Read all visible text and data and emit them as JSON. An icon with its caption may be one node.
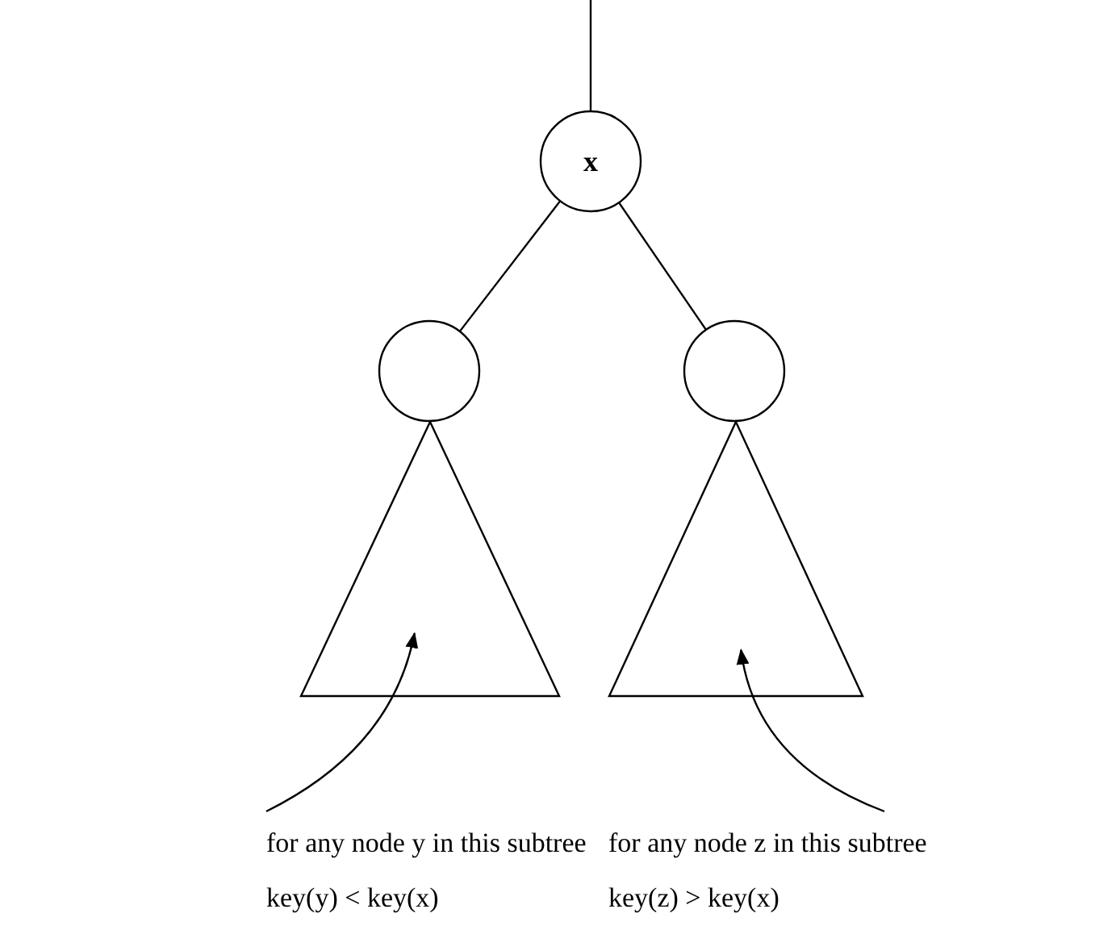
{
  "diagram": {
    "nodes": [
      {
        "text": [
          "x"
        ]
      },
      {
        "text": [],
        "shape": "circle"
      },
      {
        "text": [],
        "shape": "circle"
      },
      {
        "text": [],
        "shape": "triangle"
      },
      {
        "text": [],
        "shape": "triangle"
      },
      {
        "text": [
          "for any node y in this subtree",
          "key(y) < key(x)"
        ]
      },
      {
        "text": [
          "for any node z in this subtree",
          "key(z) > key(x)"
        ]
      }
    ],
    "edges": [
      {
        "from": null,
        "to": 0,
        "arrow": "none"
      },
      {
        "from": 0,
        "to": 1,
        "arrow": "none"
      },
      {
        "from": 0,
        "to": 2,
        "arrow": "none"
      },
      {
        "from": 5,
        "to": 3,
        "arrow": "to"
      },
      {
        "from": 6,
        "to": 4,
        "arrow": "to"
      }
    ]
  }
}
